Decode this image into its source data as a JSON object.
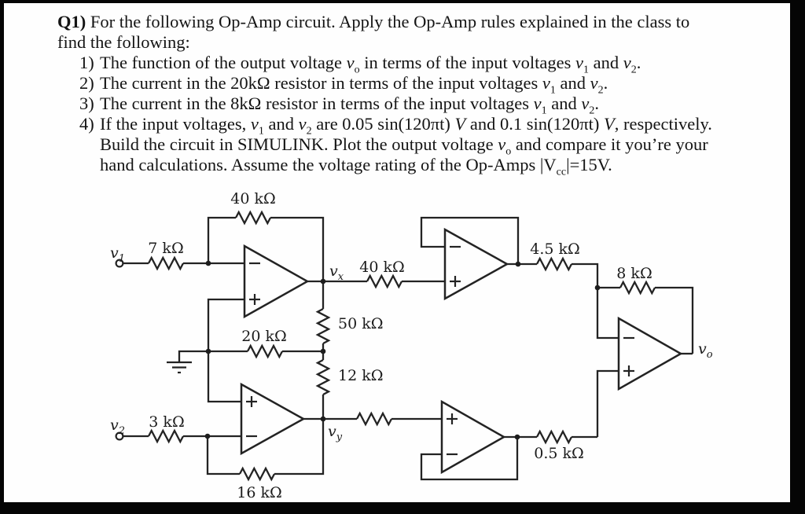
{
  "colors": {
    "background": "#fefefe",
    "frame_bars": "#050505",
    "ink": "#1d1d1d"
  },
  "problem": {
    "lines": [
      {
        "indent": "h",
        "segments": [
          {
            "t": "Q1)",
            "c": "b"
          },
          {
            "t": " For the following Op-Amp circuit. Apply the Op-Amp rules explained in the class to"
          }
        ]
      },
      {
        "indent": "h",
        "segments": [
          {
            "t": "find the following:"
          }
        ]
      },
      {
        "indent": "list",
        "num": "1)",
        "segments": [
          {
            "t": "The function of the output voltage "
          },
          {
            "t": "v",
            "c": "i"
          },
          {
            "t": "o",
            "c": "s"
          },
          {
            "t": " in terms of the input voltages "
          },
          {
            "t": "v",
            "c": "i"
          },
          {
            "t": "1",
            "c": "s"
          },
          {
            "t": " and "
          },
          {
            "t": "v",
            "c": "i"
          },
          {
            "t": "2",
            "c": "s"
          },
          {
            "t": "."
          }
        ]
      },
      {
        "indent": "list",
        "num": "2)",
        "segments": [
          {
            "t": "The current in the 20kΩ resistor in terms of the input voltages "
          },
          {
            "t": "v",
            "c": "i"
          },
          {
            "t": "1",
            "c": "s"
          },
          {
            "t": " and "
          },
          {
            "t": "v",
            "c": "i"
          },
          {
            "t": "2",
            "c": "s"
          },
          {
            "t": "."
          }
        ]
      },
      {
        "indent": "list",
        "num": "3)",
        "segments": [
          {
            "t": "The current in the 8kΩ resistor in terms of the input voltages "
          },
          {
            "t": "v",
            "c": "i"
          },
          {
            "t": "1",
            "c": "s"
          },
          {
            "t": " and "
          },
          {
            "t": "v",
            "c": "i"
          },
          {
            "t": "2",
            "c": "s"
          },
          {
            "t": "."
          }
        ]
      },
      {
        "indent": "list",
        "num": "4)",
        "segments": [
          {
            "t": "If the input voltages, "
          },
          {
            "t": "v",
            "c": "i"
          },
          {
            "t": "1",
            "c": "s"
          },
          {
            "t": " and "
          },
          {
            "t": "v",
            "c": "i"
          },
          {
            "t": "2",
            "c": "s"
          },
          {
            "t": " are 0.05 sin(120πt) "
          },
          {
            "t": "V",
            "c": "i"
          },
          {
            "t": " and 0.1 sin(120πt) "
          },
          {
            "t": "V",
            "c": "i"
          },
          {
            "t": ", respectively."
          }
        ]
      },
      {
        "indent": "cont",
        "segments": [
          {
            "t": "Build the circuit in SIMULINK. Plot the output voltage "
          },
          {
            "t": "v",
            "c": "i"
          },
          {
            "t": "o",
            "c": "s"
          },
          {
            "t": " and compare it you’re your"
          }
        ]
      },
      {
        "indent": "cont",
        "segments": [
          {
            "t": "hand calculations. Assume the voltage rating of the Op-Amps |V"
          },
          {
            "t": "cc",
            "c": "s"
          },
          {
            "t": "|=15V."
          }
        ]
      }
    ]
  },
  "circuit": {
    "resistor_labels": {
      "r7k": "7 kΩ",
      "r40k_feedback": "40 kΩ",
      "r40k_mid": "40 kΩ",
      "r20k": "20 kΩ",
      "r50k": "50 kΩ",
      "r12k": "12 kΩ",
      "r3k": "3 kΩ",
      "r16k": "16 kΩ",
      "r4_5k": "4.5 kΩ",
      "r8k": "8 kΩ",
      "r0_5k": "0.5 kΩ"
    },
    "node_labels": {
      "v1": {
        "base": "v",
        "sub": "1"
      },
      "v2": {
        "base": "v",
        "sub": "2"
      },
      "vx": {
        "base": "v",
        "sub": "x"
      },
      "vy": {
        "base": "v",
        "sub": "y"
      },
      "vo": {
        "base": "v",
        "sub": "o"
      }
    }
  }
}
